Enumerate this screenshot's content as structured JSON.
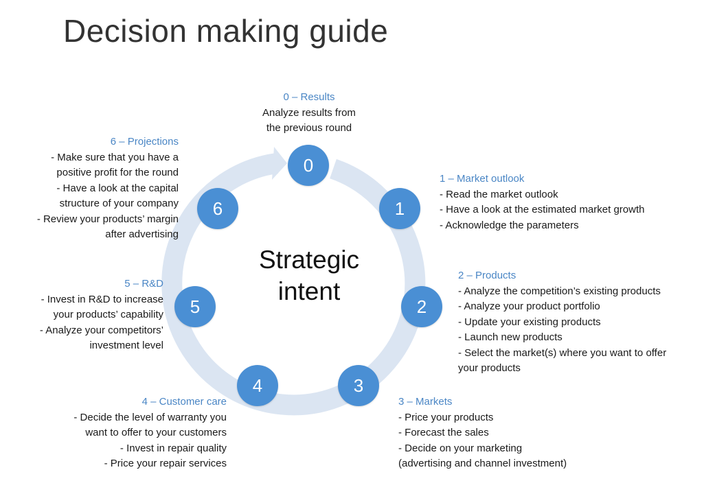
{
  "title": "Decision making guide",
  "center_label": [
    "Strategic",
    "intent"
  ],
  "nodes": [
    "0",
    "1",
    "2",
    "3",
    "4",
    "5",
    "6"
  ],
  "steps": {
    "s0": {
      "head": "0 – Results",
      "lines": [
        "Analyze results from",
        "the previous round"
      ]
    },
    "s1": {
      "head": "1 – Market outlook",
      "lines": [
        "- Read the market outlook",
        "- Have a look at the estimated market growth",
        "- Acknowledge the parameters"
      ]
    },
    "s2": {
      "head": "2 – Products",
      "lines": [
        "- Analyze the competition’s existing products",
        "- Analyze your product portfolio",
        "- Update your existing products",
        "- Launch new products",
        "- Select the market(s) where you want to offer",
        "your products"
      ]
    },
    "s3": {
      "head": "3 – Markets",
      "lines": [
        "- Price your products",
        "- Forecast the sales",
        "- Decide on your marketing",
        "(advertising and channel investment)"
      ]
    },
    "s4": {
      "head": "4 – Customer care",
      "lines": [
        "- Decide the level of warranty you",
        "want to offer to your customers",
        "- Invest in repair quality",
        "- Price your repair services"
      ]
    },
    "s5": {
      "head": "5 – R&D",
      "lines": [
        "- Invest in R&D to increase",
        "your products’ capability",
        "- Analyze your competitors’",
        "investment level"
      ]
    },
    "s6": {
      "head": "6 – Projections",
      "lines": [
        "- Make sure that you have a",
        "positive profit for the round",
        "- Have a look at the capital",
        "structure of your company",
        "- Review your products’ margin",
        "after advertising"
      ]
    }
  },
  "colors": {
    "node_fill": "#4a8fd4",
    "ring": "#dbe5f2",
    "heading": "#4a86c5",
    "title": "#333333"
  }
}
